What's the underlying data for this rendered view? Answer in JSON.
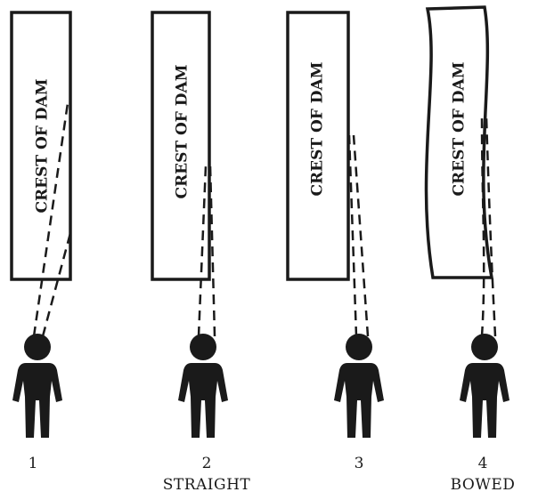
{
  "panels": [
    {
      "number": "1",
      "caption": "",
      "crest_label": "CREST OF DAM"
    },
    {
      "number": "2",
      "caption": "STRAIGHT",
      "crest_label": "CREST OF DAM"
    },
    {
      "number": "3",
      "caption": "",
      "crest_label": "CREST OF DAM"
    },
    {
      "number": "4",
      "caption": "BOWED",
      "crest_label": "CREST OF DAM"
    }
  ],
  "colors": {
    "ink": "#1a1a1a",
    "background": "#ffffff"
  }
}
